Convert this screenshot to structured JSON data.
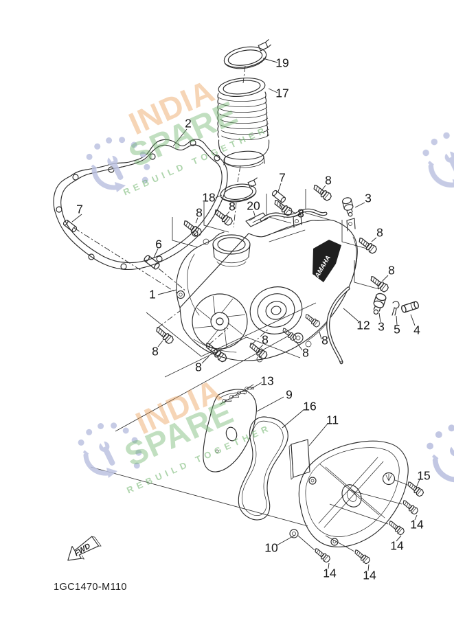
{
  "meta": {
    "drawing_code": "1GC1470-M110",
    "fwd_label": "FWD",
    "brand_on_part": "YAMAHA"
  },
  "watermark": {
    "word1": "INDIA",
    "word2": "SPARE",
    "tagline": "REBUILD TOGETHER"
  },
  "diagram": {
    "labels": [
      {
        "text": "19"
      },
      {
        "text": "17"
      },
      {
        "text": "2"
      },
      {
        "text": "18"
      },
      {
        "text": "7"
      },
      {
        "text": "7"
      },
      {
        "text": "8"
      },
      {
        "text": "3"
      },
      {
        "text": "20"
      },
      {
        "text": "8"
      },
      {
        "text": "8"
      },
      {
        "text": "8"
      },
      {
        "text": "8"
      },
      {
        "text": "6"
      },
      {
        "text": "8"
      },
      {
        "text": "1"
      },
      {
        "text": "12"
      },
      {
        "text": "3"
      },
      {
        "text": "5"
      },
      {
        "text": "4"
      },
      {
        "text": "8"
      },
      {
        "text": "8"
      },
      {
        "text": "8"
      },
      {
        "text": "8"
      },
      {
        "text": "8"
      },
      {
        "text": "13"
      },
      {
        "text": "9"
      },
      {
        "text": "16"
      },
      {
        "text": "11"
      },
      {
        "text": "15"
      },
      {
        "text": "14"
      },
      {
        "text": "14"
      },
      {
        "text": "10"
      },
      {
        "text": "14"
      },
      {
        "text": "14"
      }
    ]
  }
}
